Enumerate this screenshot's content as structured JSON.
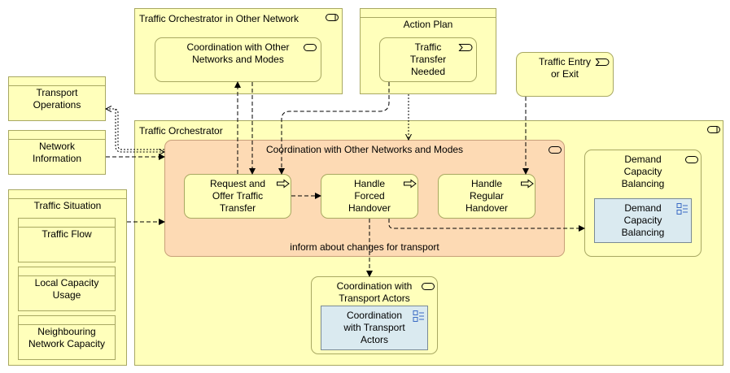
{
  "nodes": {
    "traffic_orchestrator": "Traffic Orchestrator",
    "traffic_orchestrator_other": "Traffic Orchestrator in Other Network",
    "coordination_other_networks_service": [
      "Coordination with Other",
      "Networks and Modes"
    ],
    "action_plan": "Action Plan",
    "traffic_transfer_needed": [
      "Traffic",
      "Transfer",
      "Needed"
    ],
    "traffic_entry_exit": [
      "Traffic Entry",
      "or Exit"
    ],
    "transport_operations": [
      "Transport",
      "Operations"
    ],
    "network_information": [
      "Network",
      "Information"
    ],
    "traffic_situation": "Traffic Situation",
    "traffic_flow": "Traffic Flow",
    "local_capacity_usage": [
      "Local Capacity",
      "Usage"
    ],
    "neighbouring_network_capacity": [
      "Neighbouring",
      "Network Capacity"
    ],
    "coordination_other_networks_function": "Coordination with Other Networks and Modes",
    "request_offer_transfer": [
      "Request and",
      "Offer Traffic",
      "Transfer"
    ],
    "handle_forced_handover": [
      "Handle",
      "Forced",
      "Handover"
    ],
    "handle_regular_handover": [
      "Handle",
      "Regular",
      "Handover"
    ],
    "inform_changes": "inform about changes for transport",
    "demand_capacity_service": [
      "Demand",
      "Capacity",
      "Balancing"
    ],
    "demand_capacity_component": [
      "Demand",
      "Capacity",
      "Balancing"
    ],
    "coordination_transport_service": [
      "Coordination with",
      "Transport Actors"
    ],
    "coordination_transport_component": [
      "Coordination",
      "with Transport",
      "Actors"
    ]
  },
  "colors": {
    "element_fill": "#ffffbb",
    "function_fill": "#fddab4",
    "component_fill": "#daeaf0"
  },
  "icons": [
    "service-icon",
    "event-icon",
    "process-icon",
    "component-icon"
  ]
}
